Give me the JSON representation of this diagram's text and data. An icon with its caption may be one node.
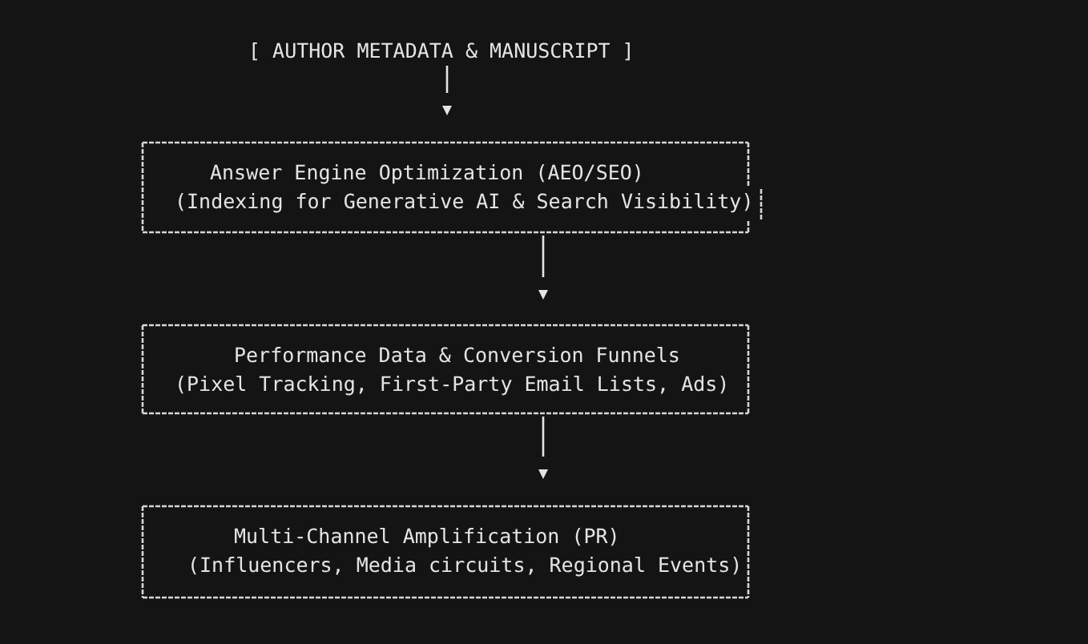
{
  "diagram": {
    "nodes": [
      {
        "text": [
          "[ AUTHOR METADATA & MANUSCRIPT ]"
        ]
      },
      {
        "text": [
          "Answer Engine Optimization (AEO/SEO)",
          "(Indexing for Generative AI & Search Visibility)"
        ]
      },
      {
        "text": [
          "Performance Data & Conversion Funnels",
          "(Pixel Tracking, First-Party Email Lists, Ads)"
        ]
      },
      {
        "text": [
          "Multi-Channel Amplification (PR)",
          "(Influencers, Media circuits, Regional Events)"
        ]
      }
    ],
    "edges": [
      {
        "from": 0,
        "to": 1,
        "arrow": "to"
      },
      {
        "from": 1,
        "to": 2,
        "arrow": "to"
      },
      {
        "from": 2,
        "to": 3,
        "arrow": "to"
      }
    ]
  }
}
